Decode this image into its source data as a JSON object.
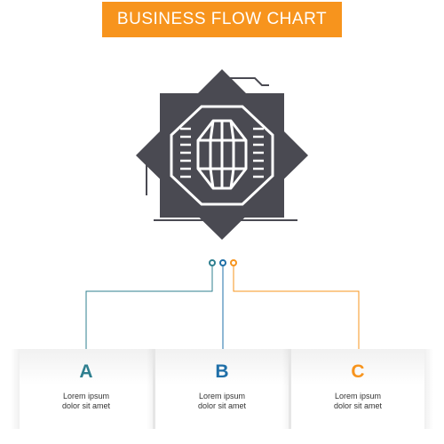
{
  "title": "BUSINESS FLOW CHART",
  "colors": {
    "banner": "#f7941d",
    "icon": "#4a4a52",
    "teal": "#2f7f8f",
    "blue": "#1f6fa8",
    "orange": "#f7941d"
  },
  "icon": {
    "name": "crystal-diamond-icon"
  },
  "cards": [
    {
      "letter": "A",
      "line1": "Lorem ipsum",
      "line2": "dolor sit amet",
      "color": "#2f7f8f"
    },
    {
      "letter": "B",
      "line1": "Lorem ipsum",
      "line2": "dolor sit amet",
      "color": "#1f6fa8"
    },
    {
      "letter": "C",
      "line1": "Lorem ipsum",
      "line2": "dolor sit amet",
      "color": "#f7941d"
    }
  ]
}
